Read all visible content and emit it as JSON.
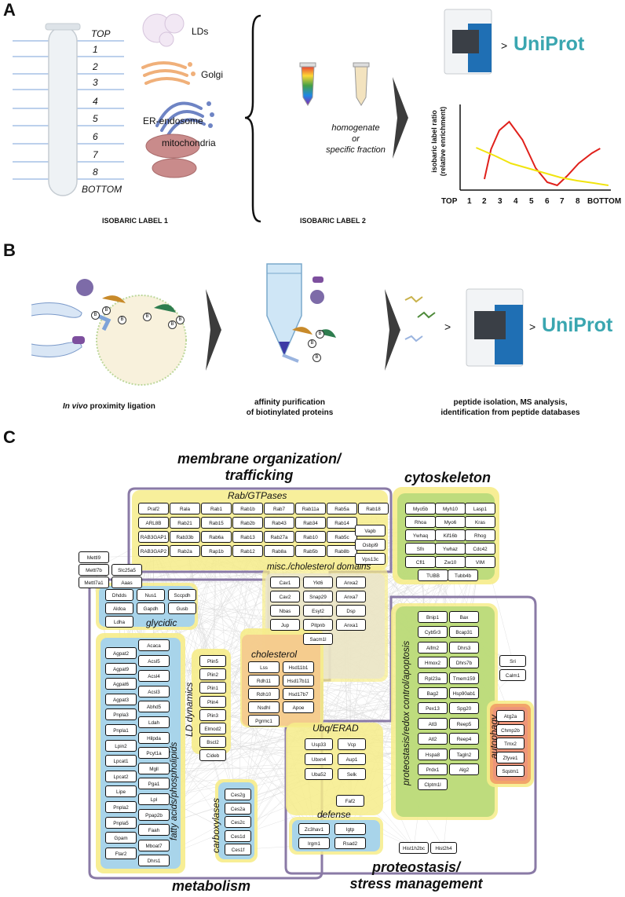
{
  "panels": {
    "a": "A",
    "b": "B",
    "c": "C"
  },
  "panel_a": {
    "tube_fractions": [
      "TOP",
      "1",
      "2",
      "3",
      "4",
      "5",
      "6",
      "7",
      "8",
      "BOTTOM"
    ],
    "organelles": [
      "LDs",
      "Golgi",
      "ER-endosome",
      "mitochondria"
    ],
    "label1": "ISOBARIC LABEL 1",
    "label2": "ISOBARIC LABEL 2",
    "fraction_text": [
      "homogenate",
      "or",
      "specific fraction"
    ],
    "uniprot": "UniProt",
    "gt": ">",
    "chart": {
      "ylabel_line1": "isobaric label ratio",
      "ylabel_line2": "(relative enrichment)",
      "x_ticks": [
        "TOP",
        "1",
        "2",
        "3",
        "4",
        "5",
        "6",
        "7",
        "8",
        "BOTTOM"
      ]
    }
  },
  "panel_b": {
    "caption1_italic": "In vivo",
    "caption1_rest": " proximity ligation",
    "caption2": [
      "affinity purification",
      "of biotinylated proteins"
    ],
    "caption3": [
      "peptide isolation, MS analysis,",
      "identification from peptide databases"
    ],
    "uniprot": "UniProt",
    "gt": ">",
    "biotin": "B"
  },
  "panel_c": {
    "titles": {
      "membrane": [
        "membrane organization/",
        "trafficking"
      ],
      "cytoskeleton": "cytoskeleton",
      "metabolism": "metabolism",
      "proteostasis": [
        "proteostasis/",
        "stress management"
      ]
    },
    "subtitles": {
      "rab": "Rab/GTPases",
      "misc": "misc./cholesterol domains",
      "glycidic": "glycidic",
      "cholesterol": "cholesterol",
      "ld": "LD dynamics",
      "fatty": "fatty acids/phospholipids",
      "carboxylases": "carboxylases",
      "ubq": "Ubq/ERAD",
      "defense": "defense",
      "redox": "proteostasis/redox control/apoptosis",
      "autophagy": "autophagy"
    },
    "rab_nodes": [
      [
        "Praf2",
        "Rala",
        "Rab1",
        "Rab1b",
        "Rab7",
        "Rab11a",
        "Rab5a",
        "Rab18"
      ],
      [
        "ARL8B",
        "Rab21",
        "Rab15",
        "Rab2b",
        "Rab43",
        "Rab34",
        "Rab14"
      ],
      [
        "RAB3GAP1",
        "Rab33b",
        "Rab6a",
        "Rab13",
        "Rab27a",
        "Rab10",
        "Rab5c"
      ],
      [
        "RAB3GAP2",
        "Rab2a",
        "Rap1b",
        "Rab12",
        "Rab8a",
        "Rab5b",
        "Rab8b"
      ]
    ],
    "rab_side": [
      "Vapb",
      "Osbpl9",
      "Vps13c"
    ],
    "cyto_nodes": [
      [
        "Myo5b",
        "Myh10",
        "Lasp1"
      ],
      [
        "Rhoa",
        "Myo6",
        "Kras"
      ],
      [
        "Ywhaq",
        "Kif16b",
        "Rhog"
      ],
      [
        "Sfn",
        "Ywhaz",
        "Cdc42"
      ],
      [
        "Cfl1",
        "Zw10",
        "VIM"
      ],
      [
        "TUBB",
        "Tubb4b"
      ]
    ],
    "misc_nodes": [
      [
        "Cav1",
        "Ykt6",
        "Anxa2"
      ],
      [
        "Cav2",
        "Snap29",
        "Anxa7"
      ],
      [
        "Nbas",
        "Esyt2",
        "Dsp"
      ],
      [
        "Jup",
        "Pitpnb",
        "Anxa1"
      ],
      [
        "Sacm1l"
      ]
    ],
    "loose_nodes": [
      "Mettl9",
      "Mettl7b",
      "Mettl7a1",
      "Slc25a5",
      "Aaas"
    ],
    "glycidic_nodes": [
      [
        "Dhdds",
        "Nus1",
        "Sccpdh"
      ],
      [
        "Aldoa",
        "Gapdh",
        "Gusb"
      ],
      [
        "Ldha"
      ]
    ],
    "fatty_col1": [
      "Agpat2",
      "Agpat9",
      "Agpat6",
      "Agpat3",
      "Pnpla3",
      "Pnpla1",
      "Lpin2",
      "Lpcat1",
      "Lpcat2",
      "Lipe",
      "Pnpla2",
      "Pnpla5",
      "Gpam",
      "Ftar2"
    ],
    "fatty_col2": [
      "Acaca",
      "Acsl5",
      "Acsl4",
      "Acsl3",
      "Abhd5",
      "Ldah",
      "Hilpda",
      "Pcyt1a",
      "Mgll",
      "Pga1",
      "Lpl",
      "Ppap2b",
      "Faah",
      "Mboat7",
      "Dhrs1"
    ],
    "ld_nodes": [
      "Plin5",
      "Plin2",
      "Plin1",
      "Plin4",
      "Plin3",
      "Elmod2",
      "Bscl2",
      "Cideb"
    ],
    "chol_nodes": [
      [
        "Lss",
        "Hsd11b1"
      ],
      [
        "Rdh11",
        "Hsd17b11"
      ],
      [
        "Rdh10",
        "Hsd17b7"
      ],
      [
        "Nsdhl",
        "Apoe"
      ],
      [
        "Pgrmc1"
      ]
    ],
    "carbox_nodes": [
      "Ces2g",
      "Ces2a",
      "Ces2c",
      "Ces1d",
      "Ces1f"
    ],
    "ubq_nodes": [
      [
        "Usp33",
        "Vcp"
      ],
      [
        "Ubxn4",
        "Aup1"
      ],
      [
        "Uba52",
        "Selk"
      ],
      [
        "Faf2"
      ]
    ],
    "defense_nodes": [
      [
        "Zc3hav1",
        "Igtp"
      ],
      [
        "Irgm1",
        "Rsad2"
      ]
    ],
    "redox_nodes": [
      [
        "Bnip1",
        "Bax"
      ],
      [
        "Cyb5r3",
        "Bcap31"
      ],
      [
        "Aifm2",
        "Dhrs3"
      ],
      [
        "Hmox2",
        "Dhrs7b"
      ],
      [
        "Rpl23a",
        "Tmem159"
      ],
      [
        "Bag2",
        "Hsp90ab1"
      ],
      [
        "Pex13",
        "Spg20"
      ],
      [
        "Atl3",
        "Reep5"
      ],
      [
        "Atl2",
        "Reep4"
      ],
      [
        "Hspa8",
        "Tagln2"
      ],
      [
        "Prdx1",
        "Alg2"
      ],
      [
        "Clptm1l"
      ]
    ],
    "redox_side": [
      "Sri",
      "Calm1"
    ],
    "autophagy_nodes": [
      "Atg2a",
      "Chmp2b",
      "Tmx2",
      "Zfyve1",
      "Sqstm1"
    ],
    "hist_nodes": [
      "Hist1h2bc",
      "Hist2h4"
    ]
  },
  "colors": {
    "outline": "#8a7aa6",
    "yellow": "#f6ec8a",
    "green": "#b7d97a",
    "blue": "#a8d4ea",
    "orange": "#f2a56a",
    "red_curve": "#e0201b",
    "yellow_curve": "#f1e40e"
  }
}
